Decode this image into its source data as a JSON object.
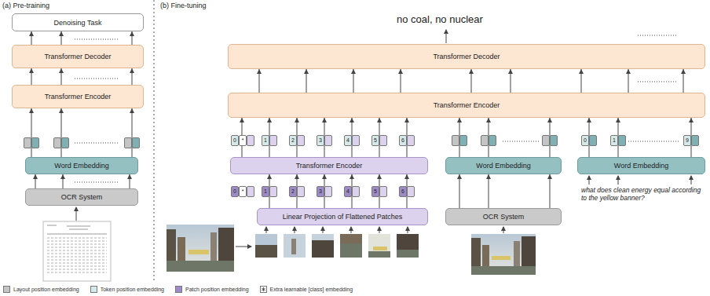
{
  "diagram": {
    "nodes": [
      {
        "text": [
          "Denoising Task"
        ]
      },
      {
        "text": [
          "Transformer Decoder"
        ]
      },
      {
        "text": [
          "Transformer Encoder"
        ]
      },
      {
        "text": [
          "Word Embedding"
        ]
      },
      {
        "text": [
          "OCR System"
        ]
      },
      {
        "text": [
          "Transformer Decoder"
        ]
      },
      {
        "text": [
          "Transformer Encoder"
        ]
      },
      {
        "text": [
          "Transformer Encoder"
        ]
      },
      {
        "text": [
          "Linear Projection of Flattened Patches"
        ]
      },
      {
        "text": [
          "Word Embedding"
        ]
      },
      {
        "text": [
          "OCR System"
        ]
      },
      {
        "text": [
          "Word Embedding"
        ]
      }
    ],
    "edges": [
      {
        "from": 4,
        "to": 3,
        "arrow": "to"
      },
      {
        "from": 3,
        "to": 2,
        "arrow": "to"
      },
      {
        "from": 2,
        "to": 1,
        "arrow": "to"
      },
      {
        "from": 1,
        "to": 0,
        "arrow": "to"
      },
      {
        "from": 8,
        "to": 7,
        "arrow": "to"
      },
      {
        "from": 7,
        "to": 6,
        "arrow": "to"
      },
      {
        "from": 10,
        "to": 9,
        "arrow": "to"
      },
      {
        "from": 9,
        "to": 6,
        "arrow": "to"
      },
      {
        "from": 11,
        "to": 6,
        "arrow": "to"
      },
      {
        "from": 6,
        "to": 5,
        "arrow": "to"
      }
    ],
    "labels": [
      "(a) Pre-training",
      "(b) Fine-tuning",
      "no coal, no nuclear",
      "0",
      "*",
      "1",
      "2",
      "3",
      "4",
      "5",
      "6",
      "0",
      "*",
      "1",
      "2",
      "3",
      "4",
      "5",
      "6",
      "0",
      "1",
      "9",
      "what does clean energy equal according to the yellow banner?"
    ],
    "legend": [
      {
        "text": "Layout position embedding",
        "color": "#c4c4c4"
      },
      {
        "text": "Token position embedding",
        "color": "#d6e9e9"
      },
      {
        "text": "Patch position embedding",
        "color": "#9d8bc8"
      },
      {
        "text": "Extra learnable [class] embedding"
      }
    ]
  }
}
